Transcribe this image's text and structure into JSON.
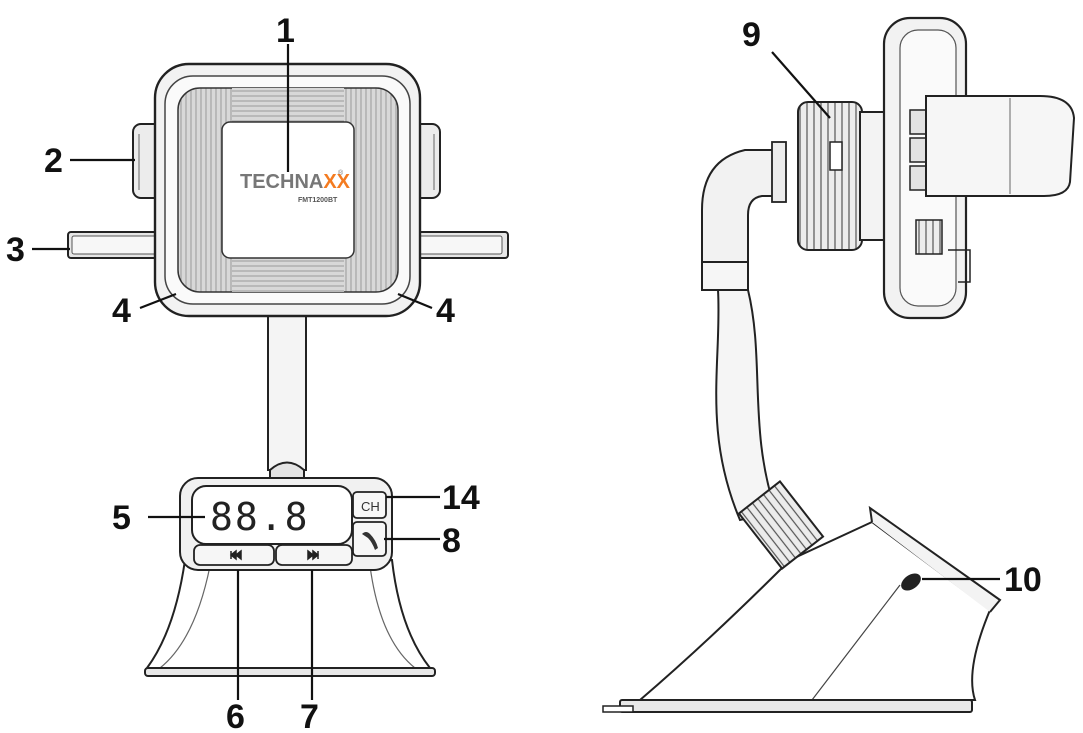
{
  "diagram": {
    "brand": {
      "main": "TECHNA",
      "accent": "XX",
      "registered": "®",
      "model": "FMT1200BT",
      "accent_color": "#f47b20"
    },
    "display_text": "88.8",
    "ch_button_label": "CH",
    "callouts": [
      {
        "id": "1",
        "label": "1"
      },
      {
        "id": "2",
        "label": "2"
      },
      {
        "id": "3",
        "label": "3"
      },
      {
        "id": "4a",
        "label": "4"
      },
      {
        "id": "4b",
        "label": "4"
      },
      {
        "id": "5",
        "label": "5"
      },
      {
        "id": "6",
        "label": "6"
      },
      {
        "id": "7",
        "label": "7"
      },
      {
        "id": "8",
        "label": "8"
      },
      {
        "id": "9",
        "label": "9"
      },
      {
        "id": "10",
        "label": "10"
      },
      {
        "id": "14",
        "label": "14"
      }
    ]
  }
}
